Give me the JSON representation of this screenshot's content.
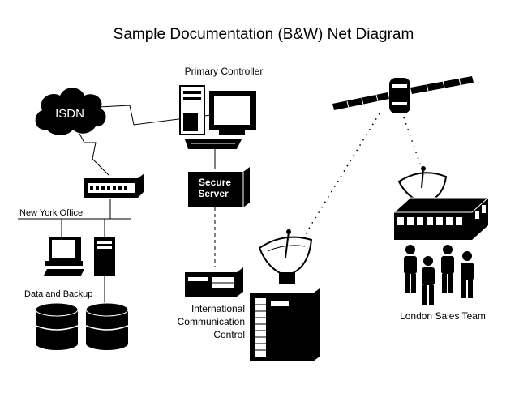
{
  "title": "Sample Documentation (B&W) Net Diagram",
  "labels": {
    "primary_controller": "Primary Controller",
    "isdn": "ISDN",
    "secure_server_line1": "Secure",
    "secure_server_line2": "Server",
    "new_york_office": "New York Office",
    "data_and_backup": "Data and Backup",
    "intl_line1": "International",
    "intl_line2": "Communication",
    "intl_line3": "Control",
    "london_sales_team": "London Sales Team"
  },
  "colors": {
    "ink": "#000000",
    "paper": "#ffffff"
  }
}
